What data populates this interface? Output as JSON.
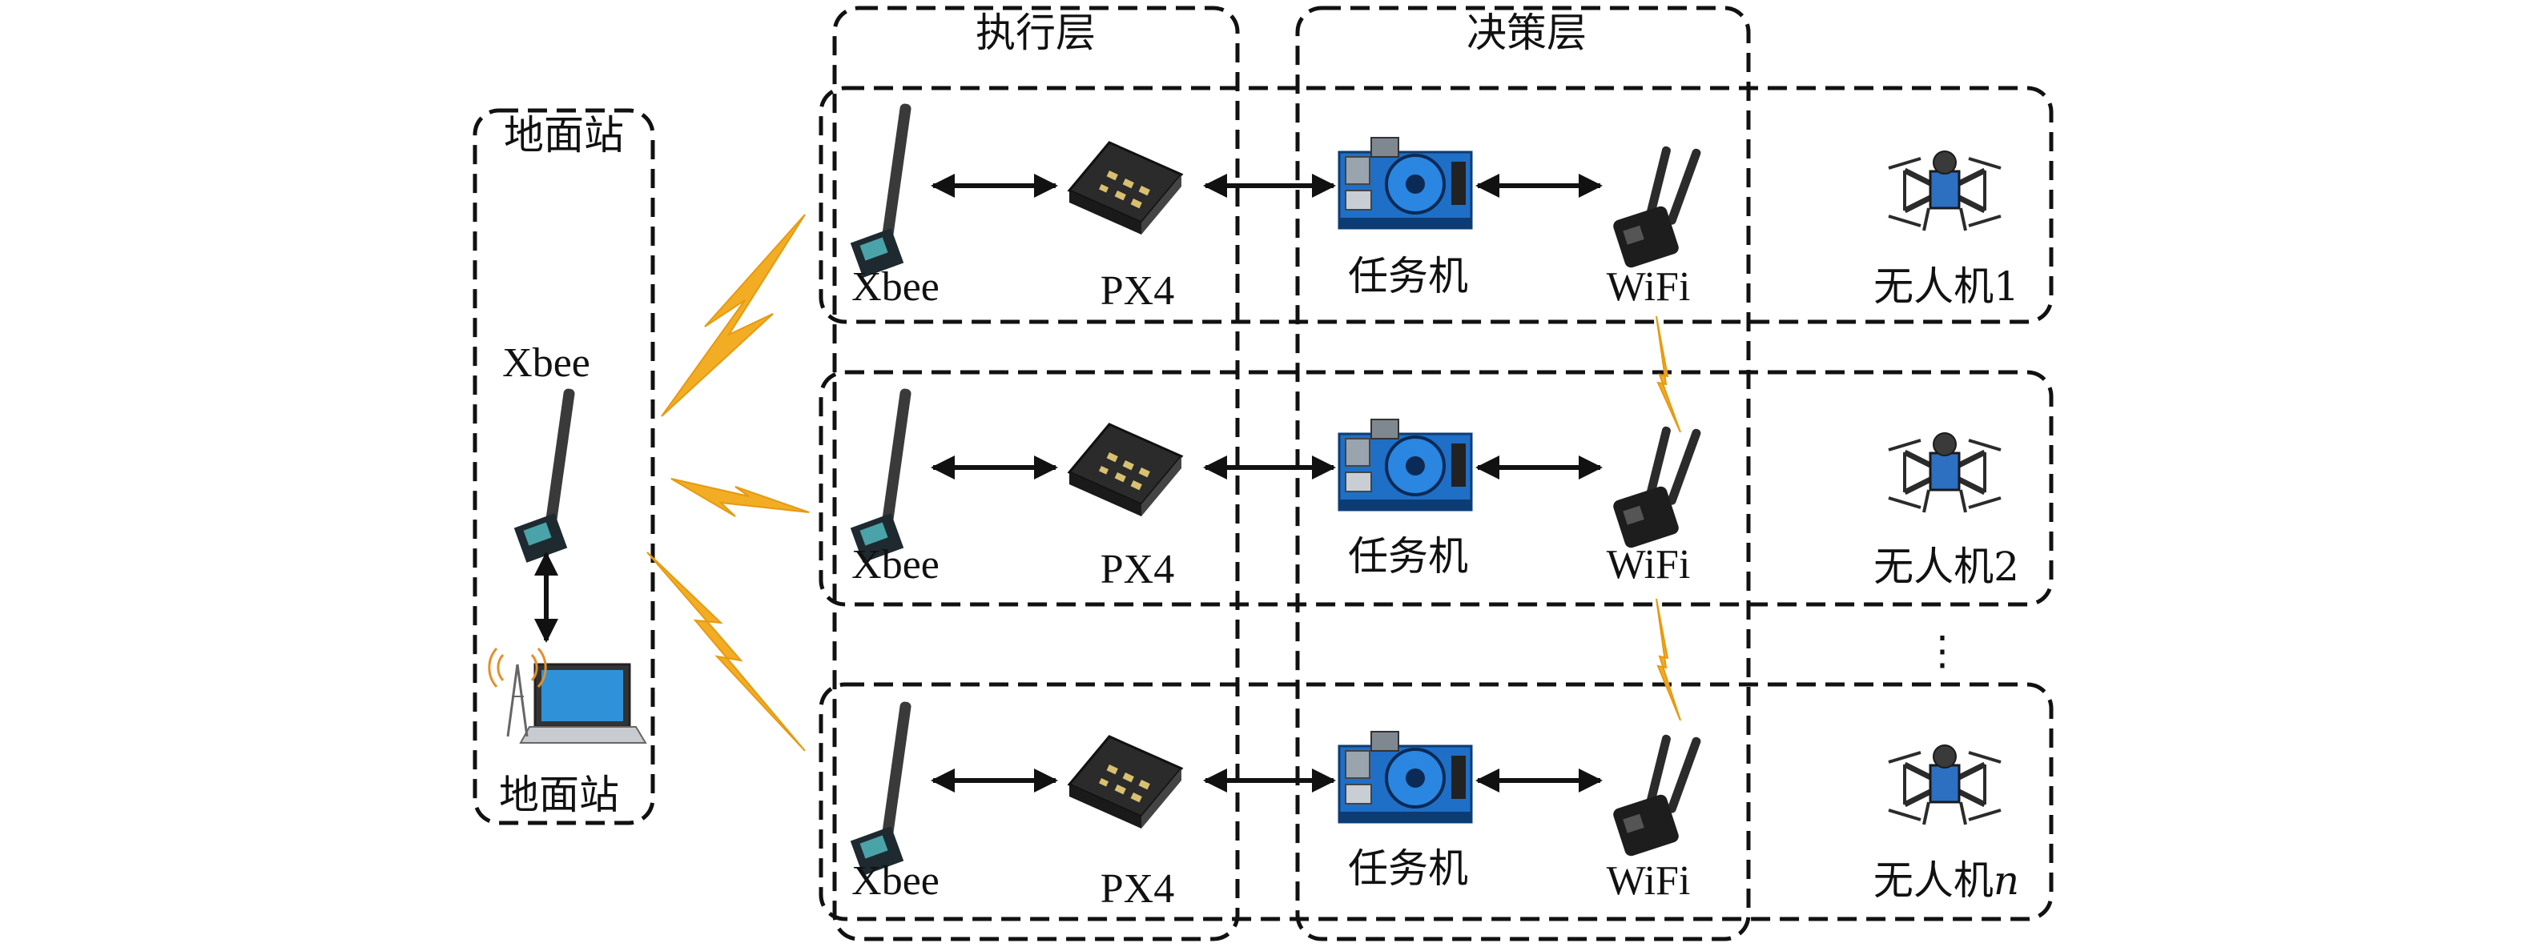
{
  "labels": {
    "ground_station_top": "地面站",
    "ground_station_bottom": "地面站",
    "ground_xbee": "Xbee",
    "layer_execution": "执行层",
    "layer_decision": "决策层",
    "vertical_dots": "⋮"
  },
  "uav_rows": [
    {
      "xbee": "Xbee",
      "px4": "PX4",
      "mission_computer": "任务机",
      "wifi": "WiFi",
      "uav_name": "无人机1",
      "uav_index": ""
    },
    {
      "xbee": "Xbee",
      "px4": "PX4",
      "mission_computer": "任务机",
      "wifi": "WiFi",
      "uav_name": "无人机2",
      "uav_index": ""
    },
    {
      "xbee": "Xbee",
      "px4": "PX4",
      "mission_computer": "任务机",
      "wifi": "WiFi",
      "uav_name": "无人机",
      "uav_index": "n"
    }
  ],
  "colors": {
    "lightning": "#f2ad24",
    "board_blue": "#1f6fc7",
    "device_dark": "#2b2b2b",
    "antenna": "#3a3a3a"
  },
  "icons": [
    "antenna-icon",
    "flight-controller-icon",
    "mission-computer-icon",
    "wifi-adapter-icon",
    "drone-icon",
    "laptop-icon",
    "lightning-icon"
  ]
}
